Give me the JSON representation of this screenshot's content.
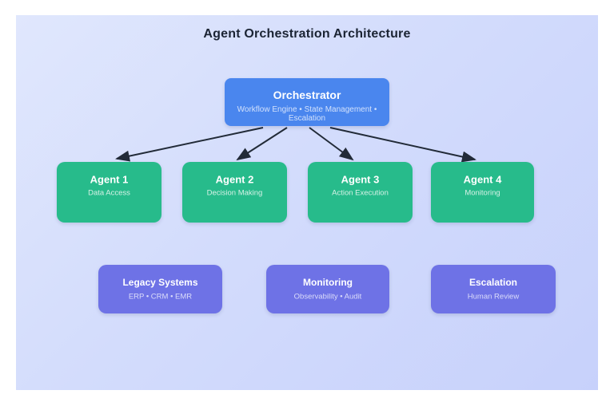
{
  "page": {
    "title": "Agent Orchestration Architecture"
  },
  "colors": {
    "canvas_gradient_start": "#e0e7fd",
    "canvas_gradient_end": "#c7d1fb",
    "orchestrator_fill": "#4a86ee",
    "agent_fill": "#27bb8b",
    "subsystem_fill": "#6e72e6",
    "arrow": "#222b38",
    "title_text": "#1b2433",
    "node_title_text": "#ffffff"
  },
  "orchestrator": {
    "title": "Orchestrator",
    "subtitle": "Workflow Engine • State Management • Escalation"
  },
  "agents": [
    {
      "title": "Agent 1",
      "subtitle": "Data Access"
    },
    {
      "title": "Agent 2",
      "subtitle": "Decision Making"
    },
    {
      "title": "Agent 3",
      "subtitle": "Action Execution"
    },
    {
      "title": "Agent 4",
      "subtitle": "Monitoring"
    }
  ],
  "subsystems": [
    {
      "title": "Legacy Systems",
      "subtitle": "ERP • CRM • EMR"
    },
    {
      "title": "Monitoring",
      "subtitle": "Observability • Audit"
    },
    {
      "title": "Escalation",
      "subtitle": "Human Review"
    }
  ]
}
